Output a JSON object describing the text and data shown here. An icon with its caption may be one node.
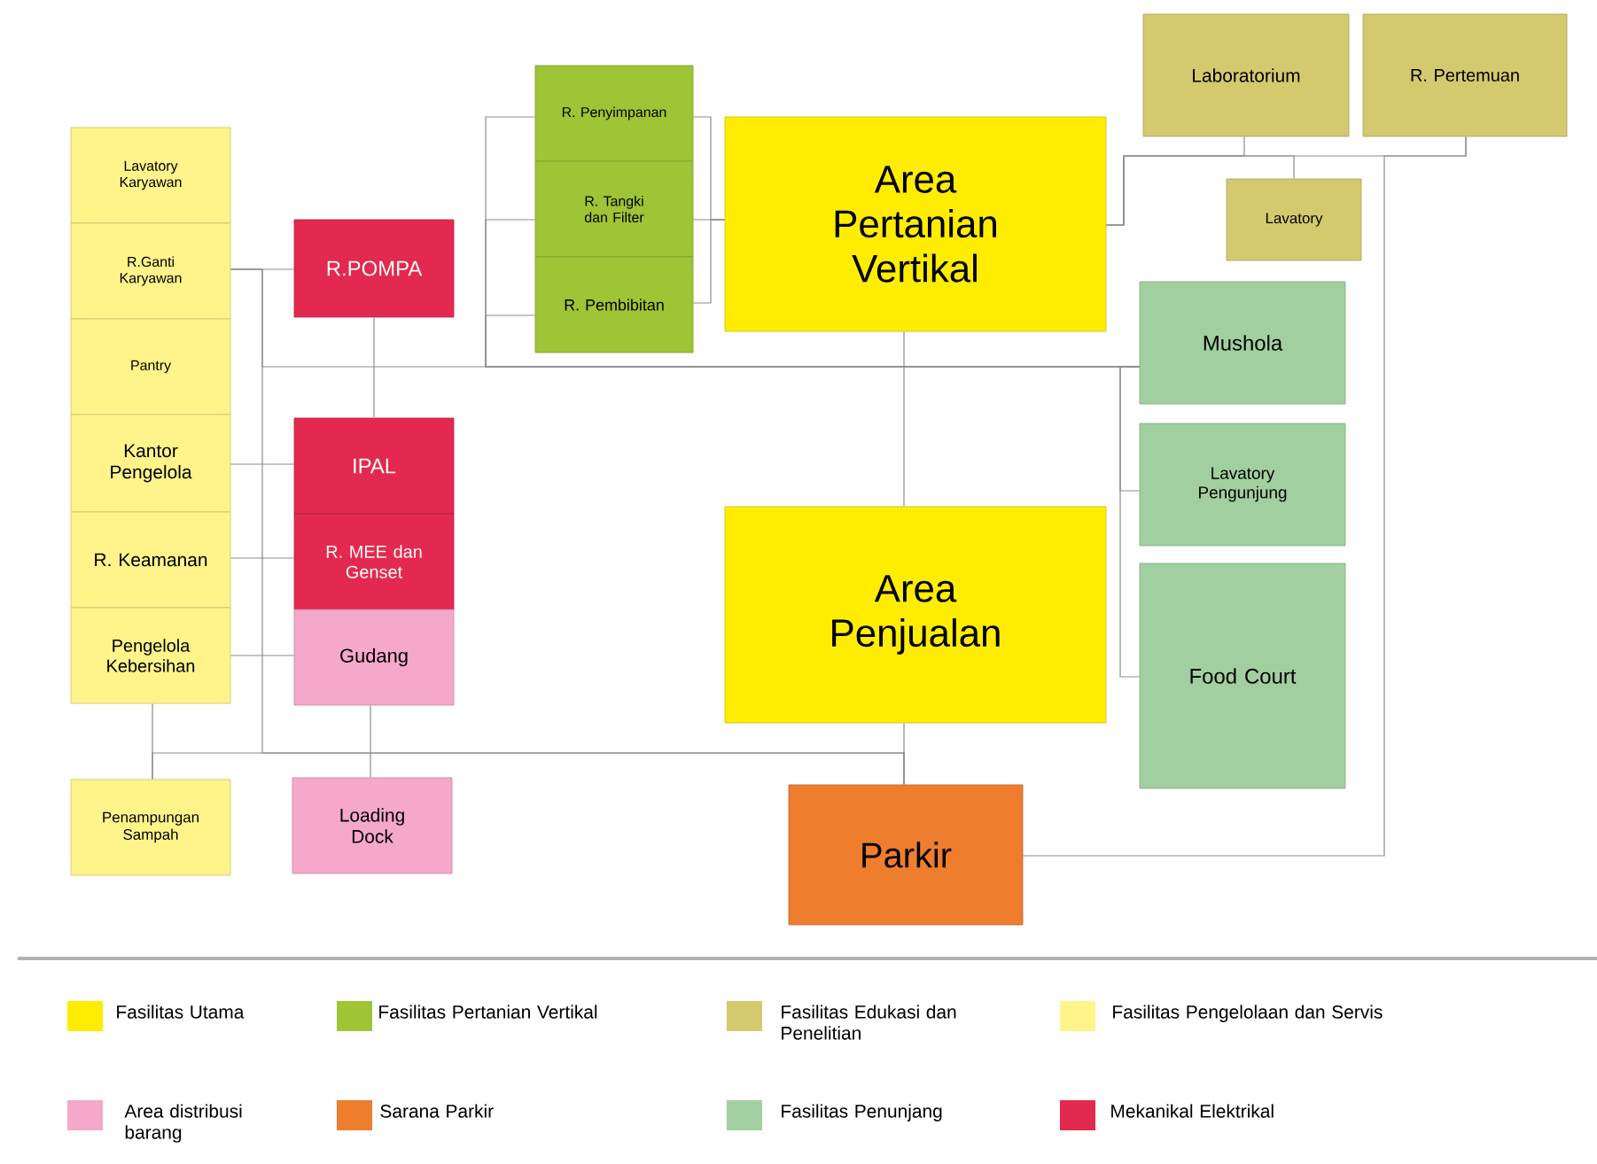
{
  "diagram": {
    "nodes": [
      {
        "text": [
          "Lavatory Karyawan"
        ]
      },
      {
        "text": [
          "R.Ganti Karyawan"
        ]
      },
      {
        "text": [
          "Pantry"
        ]
      },
      {
        "text": [
          "Kantor Pengelola"
        ]
      },
      {
        "text": [
          "R. Keamanan"
        ]
      },
      {
        "text": [
          "Pengelola Kebersihan"
        ]
      },
      {
        "text": [
          "R.POMPA"
        ]
      },
      {
        "text": [
          "IPAL"
        ]
      },
      {
        "text": [
          "R. MEE dan Genset"
        ]
      },
      {
        "text": [
          "Gudang"
        ]
      },
      {
        "text": [
          "R. Penyimpanan"
        ]
      },
      {
        "text": [
          "R. Tangki dan Filter"
        ]
      },
      {
        "text": [
          "R. Pembibitan"
        ]
      },
      {
        "text": [
          "Area Pertanian Vertikal"
        ]
      },
      {
        "text": [
          "Laboratorium"
        ]
      },
      {
        "text": [
          "R. Pertemuan"
        ]
      },
      {
        "text": [
          "Lavatory"
        ]
      },
      {
        "text": [
          "Mushola"
        ]
      },
      {
        "text": [
          "Lavatory Pengunjung"
        ]
      },
      {
        "text": [
          "Area Penjualan"
        ]
      },
      {
        "text": [
          "Food Court"
        ]
      },
      {
        "text": [
          "Penampungan Sampah"
        ]
      },
      {
        "text": [
          "Loading Dock"
        ]
      },
      {
        "text": [
          "Parkir"
        ]
      }
    ],
    "edges": [
      {
        "from": 1,
        "to": 6,
        "arrow": "none"
      },
      {
        "from": 3,
        "to": 7,
        "arrow": "none"
      },
      {
        "from": 4,
        "to": 8,
        "arrow": "none"
      },
      {
        "from": 5,
        "to": 9,
        "arrow": "none"
      },
      {
        "from": 6,
        "to": 7,
        "arrow": "none"
      },
      {
        "from": 10,
        "to": 13,
        "arrow": "none"
      },
      {
        "from": 11,
        "to": 13,
        "arrow": "none"
      },
      {
        "from": 12,
        "to": 13,
        "arrow": "none"
      },
      {
        "from": 13,
        "to": 19,
        "arrow": "none"
      },
      {
        "from": 13,
        "to": 14,
        "arrow": "none"
      },
      {
        "from": 13,
        "to": 15,
        "arrow": "none"
      },
      {
        "from": 13,
        "to": 16,
        "arrow": "none"
      },
      {
        "from": 15,
        "to": 23,
        "arrow": "none"
      },
      {
        "from": 17,
        "to": 18,
        "arrow": "none"
      },
      {
        "from": 17,
        "to": 20,
        "arrow": "none"
      },
      {
        "from": 10,
        "to": 17,
        "arrow": "none"
      },
      {
        "from": 11,
        "to": 17,
        "arrow": "none"
      },
      {
        "from": 12,
        "to": 17,
        "arrow": "none"
      },
      {
        "from": 1,
        "to": 17,
        "arrow": "none"
      },
      {
        "from": 5,
        "to": 21,
        "arrow": "none"
      },
      {
        "from": 9,
        "to": 22,
        "arrow": "none"
      },
      {
        "from": 1,
        "to": 23,
        "arrow": "none"
      },
      {
        "from": 21,
        "to": 23,
        "arrow": "none"
      },
      {
        "from": 19,
        "to": 23,
        "arrow": "none"
      }
    ],
    "legend": [
      {
        "text": "Fasilitas Utama",
        "color": "#ffed00"
      },
      {
        "text": "Fasilitas Pertanian Vertikal",
        "color": "#9fc435"
      },
      {
        "text": "Fasilitas Edukasi dan Penelitian",
        "color": "#d4c96e"
      },
      {
        "text": "Fasilitas Pengelolaan dan Servis",
        "color": "#fff48a"
      },
      {
        "text": "Area distribusi barang",
        "color": "#f5a8c9"
      },
      {
        "text": "Sarana Parkir",
        "color": "#ee7d2e"
      },
      {
        "text": "Fasilitas Penunjang",
        "color": "#a2cf9f"
      },
      {
        "text": "Mekanikal Elektrikal",
        "color": "#e3294f"
      }
    ]
  }
}
